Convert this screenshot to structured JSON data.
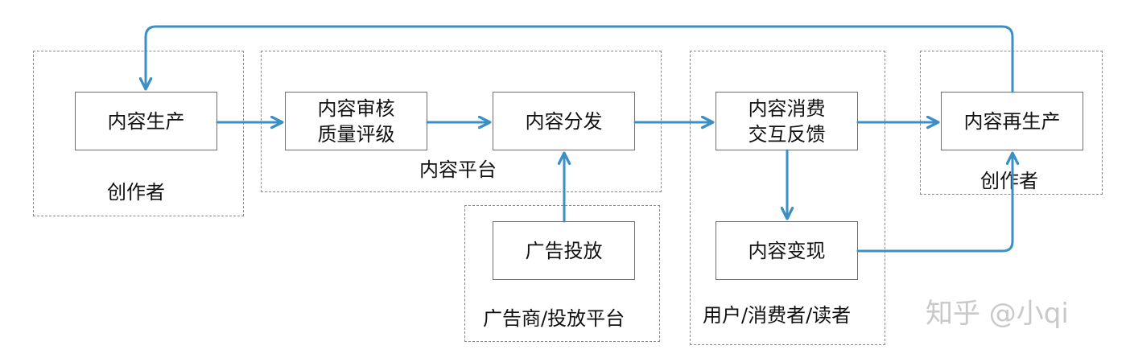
{
  "groups": {
    "creator_left": "创作者",
    "platform": "内容平台",
    "advertiser": "广告商/投放平台",
    "users": "用户/消费者/读者",
    "creator_right": "创作者"
  },
  "nodes": {
    "content_production": "内容生产",
    "review_line1": "内容审核",
    "review_line2": "质量评级",
    "distribution": "内容分发",
    "ad_placement": "广告投放",
    "consumption_line1": "内容消费",
    "consumption_line2": "交互反馈",
    "monetization": "内容变现",
    "reproduction": "内容再生产"
  },
  "watermark": "知乎 @小qi",
  "colors": {
    "arrow": "#3b8fc4",
    "box_border": "#6f6f6f",
    "dashed_border": "#8a8a8a"
  }
}
